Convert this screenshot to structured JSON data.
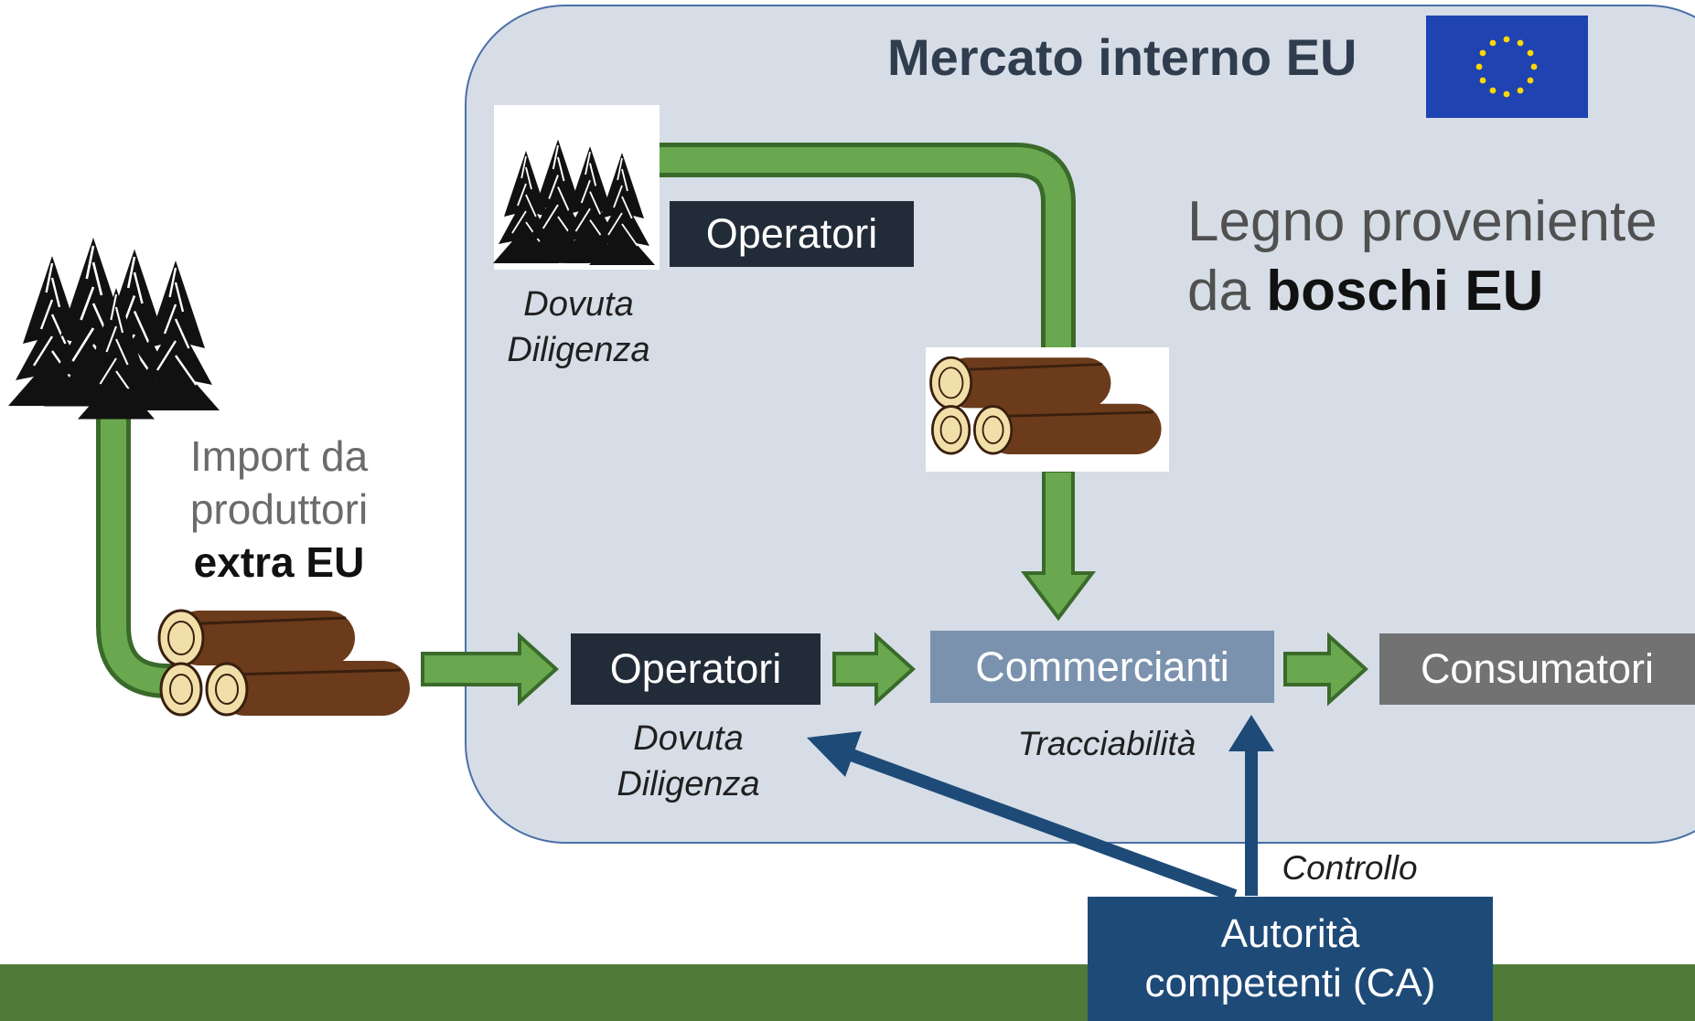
{
  "title": "Mercato interno EU",
  "domestic_label": {
    "line1": "Legno proveniente",
    "line2_prefix": "da ",
    "line2_bold": "boschi EU"
  },
  "import_label": {
    "line1": "Import da",
    "line2": "produttori",
    "line3_bold": "extra EU"
  },
  "nodes": {
    "operatori_top": "Operatori",
    "operatori": "Operatori",
    "commercianti": "Commercianti",
    "consumatori": "Consumatori"
  },
  "annotations": {
    "dovuta_diligenza_top": {
      "line1": "Dovuta",
      "line2": "Diligenza"
    },
    "dovuta_diligenza": {
      "line1": "Dovuta",
      "line2": "Diligenza"
    },
    "tracciabilita": "Tracciabilità",
    "controllo": "Controllo"
  },
  "authority": {
    "line1": "Autorità",
    "line2": "competenti (CA)"
  },
  "icons": [
    "forest-icon",
    "logs-icon",
    "eu-flag-icon"
  ],
  "colors": {
    "eu_area": "#d6dde6",
    "green_arrow": "#6aa84f",
    "dark_node": "#222b38",
    "trader_node": "#7a92ae",
    "consumer_node": "#727272",
    "authority": "#1e4a78",
    "footer": "#4f7a38",
    "eu_flag": "#1f43b0",
    "eu_stars": "#ffd700"
  }
}
